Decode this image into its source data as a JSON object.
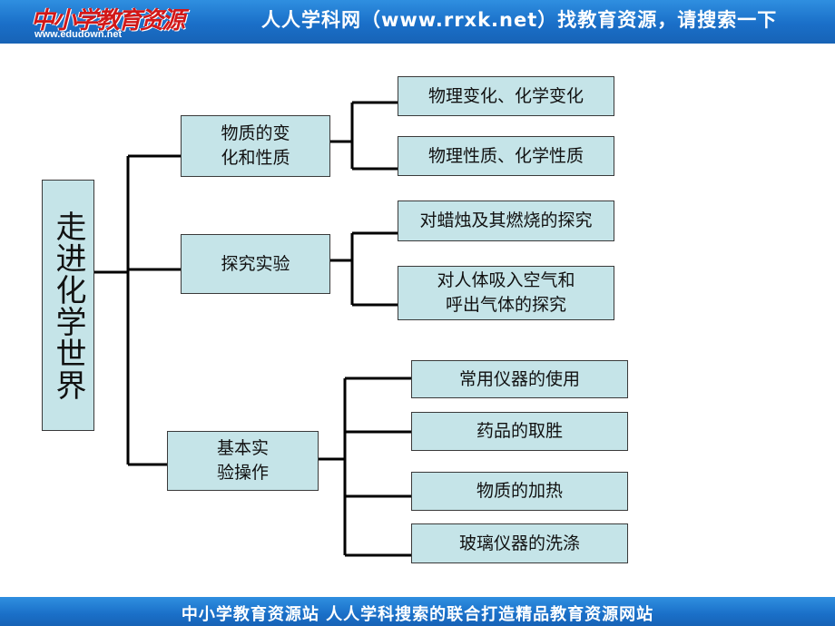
{
  "header": {
    "logo_text": "中小学教育资源",
    "logo_url": "www.edudown.net",
    "slogan": "人人学科网（www.rrxk.net）找教育资源，请搜索一下"
  },
  "mindmap": {
    "root": "走进化学世界",
    "branches": [
      {
        "label": "物质的变\n化和性质",
        "children": [
          "物理变化、化学变化",
          "物理性质、化学性质"
        ]
      },
      {
        "label": "探究实验",
        "children": [
          "对蜡烛及其燃烧的探究",
          "对人体吸入空气和\n呼出气体的探究"
        ]
      },
      {
        "label": "基本实\n验操作",
        "children": [
          "常用仪器的使用",
          "药品的取胜",
          "物质的加热",
          "玻璃仪器的洗涤"
        ]
      }
    ]
  },
  "footer": {
    "text": "中小学教育资源站  人人学科搜索的联合打造精品教育资源网站"
  },
  "colors": {
    "banner": "#1a6fc8",
    "box_fill": "#c5e4e8",
    "line": "#000000"
  }
}
